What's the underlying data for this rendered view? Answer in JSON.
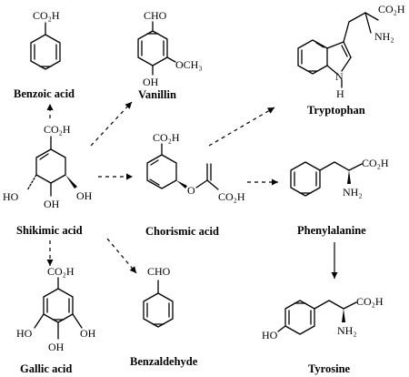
{
  "compounds": {
    "benzoic_acid": "Benzoic acid",
    "vanillin": "Vanillin",
    "tryptophan": "Tryptophan",
    "shikimic_acid": "Shikimic acid",
    "chorismic_acid": "Chorismic acid",
    "phenylalanine": "Phenylalanine",
    "gallic_acid": "Gallic acid",
    "benzaldehyde": "Benzaldehyde",
    "tyrosine": "Tyrosine"
  },
  "groups": {
    "co2h": "CO₂H",
    "cho": "CHO",
    "och3": "OCH₃",
    "oh": "OH",
    "ho": "HO",
    "nh2": "NH₂",
    "n": "N",
    "h": "H",
    "o": "O"
  }
}
